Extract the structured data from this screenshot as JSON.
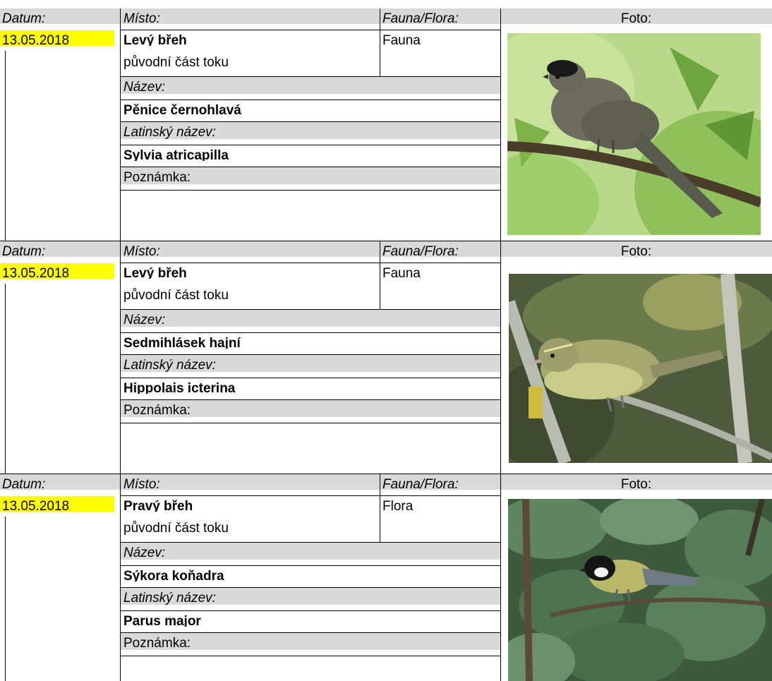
{
  "headers": {
    "date_label": "Datum:",
    "place_label": "Místo:",
    "fauna_flora_label": "Fauna/Flora:",
    "photo_label": "Foto:",
    "name_label": "Název:",
    "latin_label": "Latinský název:",
    "note_label": "Poznámka:"
  },
  "records": [
    {
      "date": "13.05.2018",
      "place": "Levý břeh",
      "place_detail": "původní část toku",
      "fauna_flora": "Fauna",
      "name": "Pěnice černohlavá",
      "latin_name": "Sylvia atricapilla",
      "note": ""
    },
    {
      "date": "13.05.2018",
      "place": "Levý břeh",
      "place_detail": "původní část toku",
      "fauna_flora": "Fauna",
      "name": "Sedmihlásek hajní",
      "latin_name": "Hippolais icterina",
      "note": ""
    },
    {
      "date": "13.05.2018",
      "place": "Pravý břeh",
      "place_detail": "původní část toku",
      "fauna_flora": "Flora",
      "name": "Sýkora koňadra",
      "latin_name": "Parus major",
      "note": ""
    }
  ],
  "colors": {
    "header_fill": "#d9d9d9",
    "date_highlight": "#ffff00",
    "grid_line": "#000000"
  }
}
